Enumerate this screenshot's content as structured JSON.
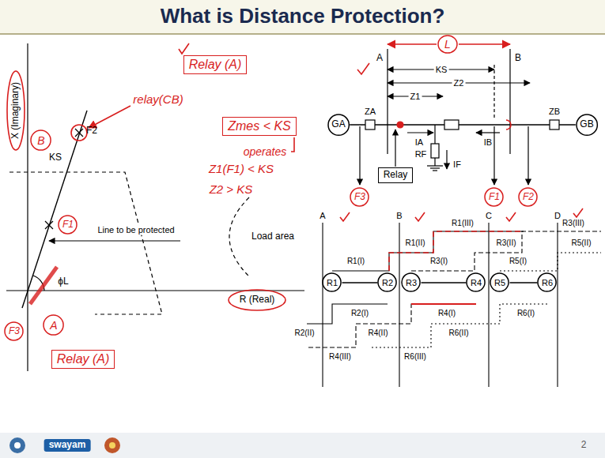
{
  "diagram": {
    "title": "What is Distance Protection?",
    "nodes": [
      {
        "text": [
          "Relay (A)"
        ]
      },
      {
        "text": [
          "Zmes < KS"
        ]
      },
      {
        "text": [
          "B"
        ]
      },
      {
        "text": [
          "F1"
        ]
      },
      {
        "text": [
          "A"
        ]
      },
      {
        "text": [
          "F3"
        ]
      },
      {
        "text": [
          "Relay (A)"
        ]
      },
      {
        "text": [
          "L"
        ]
      },
      {
        "text": [
          "GA"
        ]
      },
      {
        "text": [
          "Relay"
        ]
      },
      {
        "text": [
          "GB"
        ]
      },
      {
        "text": [
          "F3"
        ]
      },
      {
        "text": [
          "F1"
        ]
      },
      {
        "text": [
          "F2"
        ]
      },
      {
        "text": [
          "R1"
        ]
      },
      {
        "text": [
          "R2"
        ]
      },
      {
        "text": [
          "R3"
        ]
      },
      {
        "text": [
          "R4"
        ]
      },
      {
        "text": [
          "R5"
        ]
      },
      {
        "text": [
          "R6"
        ]
      }
    ],
    "edges": [
      {
        "from": 8,
        "to": 10,
        "arrow": "none"
      },
      {
        "from": 14,
        "to": 15,
        "arrow": "none"
      },
      {
        "from": 16,
        "to": 17,
        "arrow": "none"
      },
      {
        "from": 18,
        "to": 19,
        "arrow": "none"
      }
    ],
    "labels": [
      "X (Imaginary)",
      "KS",
      "F2",
      "ϕL",
      "Line to be protected",
      "Load area",
      "R (Real)",
      "relay(CB)",
      "operates",
      "Z1(F1) < KS",
      "Z2 > KS",
      "A",
      "B",
      "KS",
      "Z2",
      "Z1",
      "ZA",
      "ZB",
      "IA",
      "IB",
      "RF",
      "IF",
      "A",
      "B",
      "C",
      "D",
      "R1(III)",
      "R3(III)",
      "R1(II)",
      "R3(II)",
      "R5(II)",
      "R1(I)",
      "R3(I)",
      "R5(I)",
      "R2(I)",
      "R4(I)",
      "R6(I)",
      "R2(II)",
      "R4(II)",
      "R6(II)",
      "R4(III)",
      "R6(III)",
      "swayam",
      "2"
    ]
  }
}
